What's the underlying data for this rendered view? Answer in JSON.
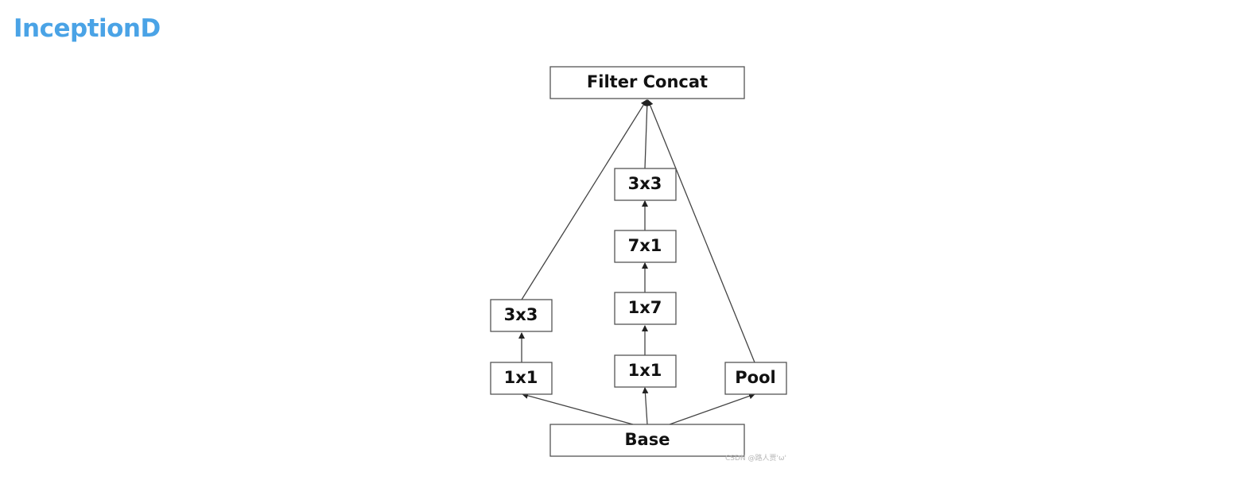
{
  "title": "InceptionD",
  "nodes": {
    "concat": "Filter Concat",
    "b1_3x3": "3x3",
    "b1_1x1": "1x1",
    "b2_3x3": "3x3",
    "b2_7x1": "7x1",
    "b2_1x7": "1x7",
    "b2_1x1": "1x1",
    "pool": "Pool",
    "base": "Base"
  },
  "edges": [
    {
      "from": "base",
      "to": "b1_1x1"
    },
    {
      "from": "base",
      "to": "b2_1x1"
    },
    {
      "from": "base",
      "to": "pool"
    },
    {
      "from": "b1_1x1",
      "to": "b1_3x3"
    },
    {
      "from": "b2_1x1",
      "to": "b2_1x7"
    },
    {
      "from": "b2_1x7",
      "to": "b2_7x1"
    },
    {
      "from": "b2_7x1",
      "to": "b2_3x3"
    },
    {
      "from": "b1_3x3",
      "to": "concat"
    },
    {
      "from": "b2_3x3",
      "to": "concat"
    },
    {
      "from": "pool",
      "to": "concat"
    }
  ],
  "watermark": "CSDN @路人贾'ω'",
  "colors": {
    "title": "#4aa3e6",
    "box_border": "#555555",
    "edge": "#444444"
  }
}
